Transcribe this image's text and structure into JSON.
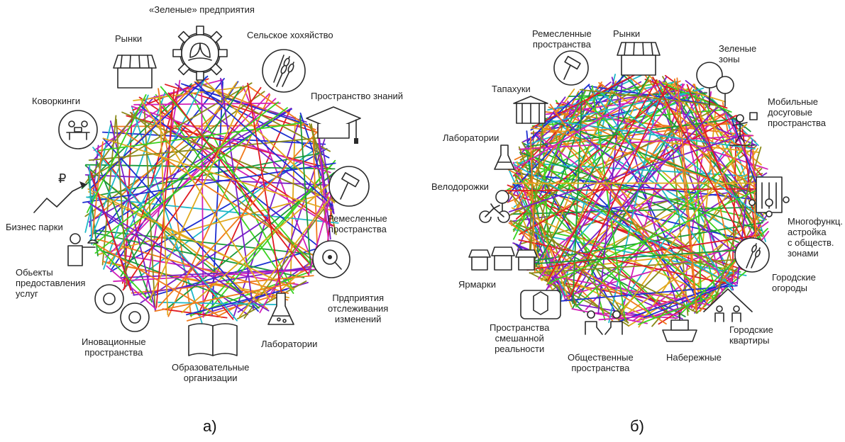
{
  "panel_a": {
    "caption": "а)",
    "nodes": [
      {
        "id": "green",
        "label": "«Зеленые» предприятия",
        "icon": "gear-leaf-icon"
      },
      {
        "id": "agri",
        "label": "Сельское хохяйство",
        "icon": "wheat-icon"
      },
      {
        "id": "knowledge",
        "label": "Пространство знаний",
        "icon": "graduation-cap-icon"
      },
      {
        "id": "craft",
        "label": "Ремесленные\nпространства",
        "icon": "hammer-icon"
      },
      {
        "id": "monitor",
        "label": "Прдприятия\nотслеживания\nизменений",
        "icon": "magnifier-icon"
      },
      {
        "id": "labs",
        "label": "Лаборатории",
        "icon": "flask-icon"
      },
      {
        "id": "edu",
        "label": "Образовательные\nорганизации",
        "icon": "book-icon"
      },
      {
        "id": "innov",
        "label": "Иновационные\nпространства",
        "icon": "gears-icon"
      },
      {
        "id": "services",
        "label": "Обьекты\nпредоставления\nуслуг",
        "icon": "waiter-icon"
      },
      {
        "id": "business",
        "label": "Бизнес парки",
        "icon": "growth-chart-icon"
      },
      {
        "id": "cowork",
        "label": "Коворкинги",
        "icon": "people-table-icon"
      },
      {
        "id": "markets",
        "label": "Рынки",
        "icon": "market-stall-icon"
      }
    ]
  },
  "panel_b": {
    "caption": "б)",
    "nodes": [
      {
        "id": "markets",
        "label": "Рынки",
        "icon": "market-stall-icon"
      },
      {
        "id": "green_zones",
        "label": "Зеленые\nзоны",
        "icon": "trees-icon"
      },
      {
        "id": "mobile",
        "label": "Мобильные\nдосуговые\nпространства",
        "icon": "performer-stage-icon"
      },
      {
        "id": "multi",
        "label": "Многофункц.\nастройка\nс обществ.\nзонами",
        "icon": "building-network-icon"
      },
      {
        "id": "gardens",
        "label": "Городские\nогороды",
        "icon": "wheat-icon"
      },
      {
        "id": "apartments",
        "label": "Городские\nквартиры",
        "icon": "house-people-icon"
      },
      {
        "id": "embank",
        "label": "Набережные",
        "icon": "ship-icon"
      },
      {
        "id": "public",
        "label": "Общественные\nпространства",
        "icon": "people-sitting-icon"
      },
      {
        "id": "mixed",
        "label": "Пространства\nсмешанной\nреальности",
        "icon": "vr-headset-icon"
      },
      {
        "id": "fairs",
        "label": "Ярмарки",
        "icon": "fair-stalls-icon"
      },
      {
        "id": "bike",
        "label": "Велодорожки",
        "icon": "bicycle-icon"
      },
      {
        "id": "labs",
        "label": "Лаборатории",
        "icon": "flask-icon"
      },
      {
        "id": "kiosks",
        "label": "Тапахуки",
        "icon": "kiosk-icon"
      },
      {
        "id": "craft",
        "label": "Ремесленные\nпространства",
        "icon": "hammer-icon"
      }
    ]
  },
  "colors": [
    "#e01b22",
    "#1c2fd1",
    "#7a1fc8",
    "#1a9a3a",
    "#e0a81c",
    "#1fb8c8",
    "#d21fb8",
    "#f07a1c",
    "#3ad21f",
    "#8a8a1a"
  ]
}
